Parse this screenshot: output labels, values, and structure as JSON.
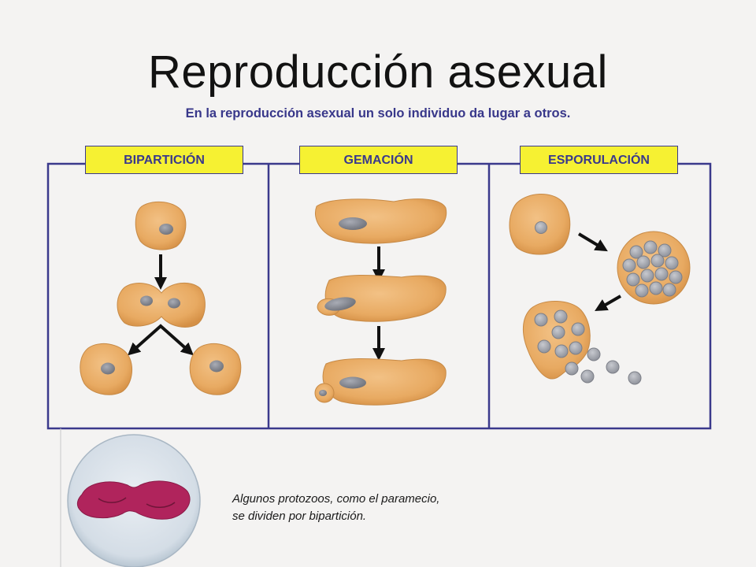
{
  "title": "Reproducción asexual",
  "subtitle": "En la reproducción asexual un solo individuo da lugar a otros.",
  "panels": [
    {
      "label": "BIPARTICIÓN"
    },
    {
      "label": "GEMACIÓN"
    },
    {
      "label": "ESPORULACIÓN"
    }
  ],
  "caption": {
    "line1": "Algunos protozoos, como el paramecio,",
    "line2": "se dividen por bipartición."
  },
  "colors": {
    "cell": "#e8aa62",
    "nucleus": "#8a8d96",
    "frame": "#3a398c",
    "label_bg": "#f6f132",
    "specimen": "#b0245c"
  }
}
